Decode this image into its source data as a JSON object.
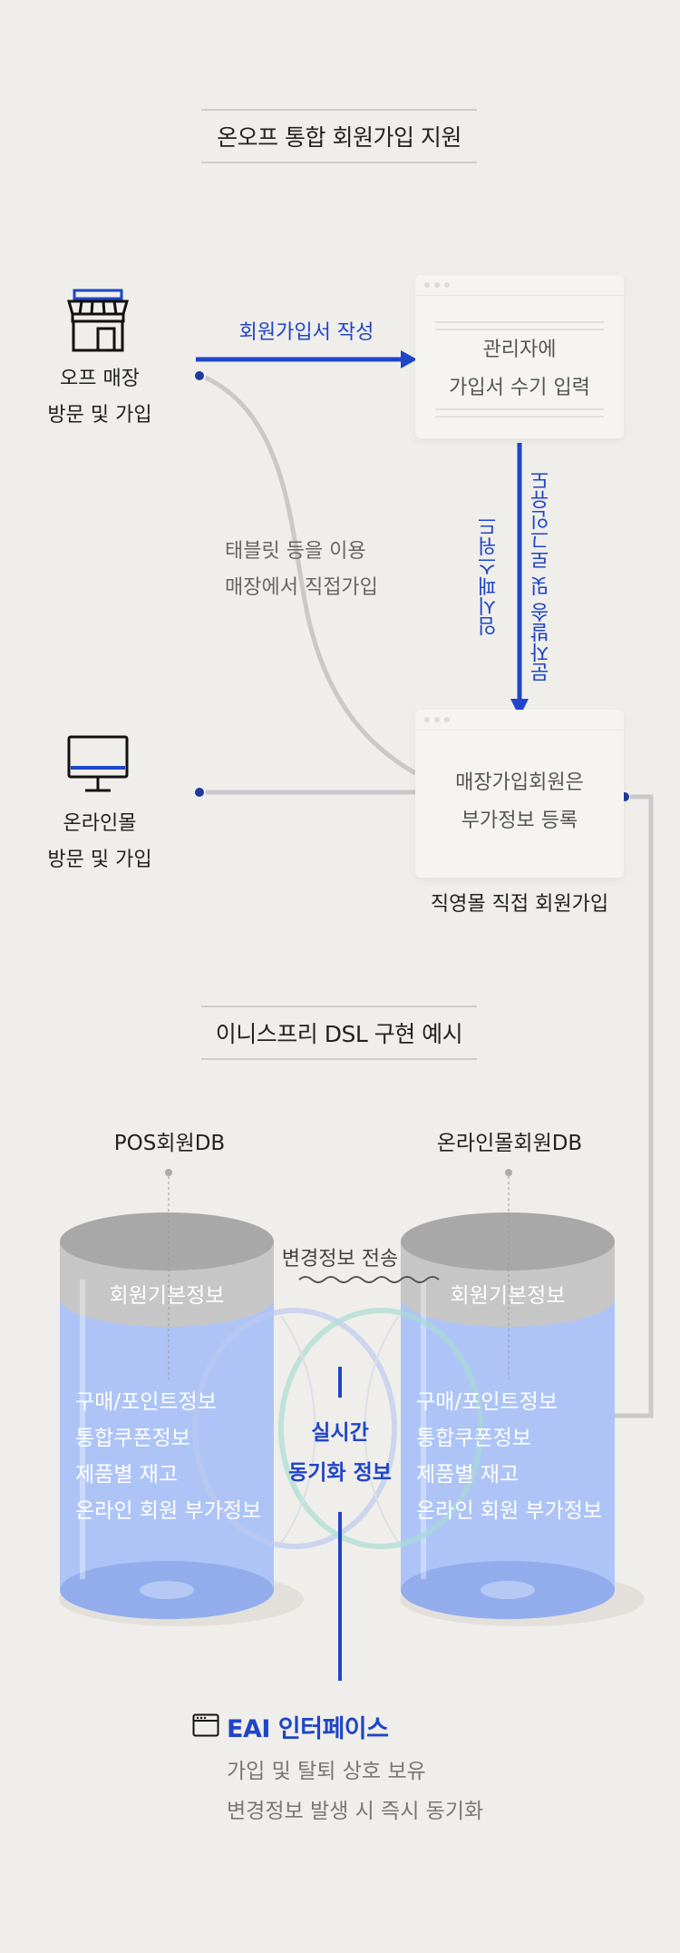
{
  "section1": {
    "title": "온오프 통합 회원가입 지원",
    "offline_label_1": "오프 매장",
    "offline_label_2": "방문 및 가입",
    "online_label_1": "온라인몰",
    "online_label_2": "방문 및 가입",
    "arrow_label": "회원가입서 작성",
    "card1_line1": "관리자에",
    "card1_line2": "가입서 수기 입력",
    "vertical_line1": "임시패스워드",
    "vertical_line2": "문자발송 및 로그인유도",
    "tablet_line1": "태블릿 등을 이용",
    "tablet_line2": "매장에서 직접가입",
    "card2_line1": "매장가입회원은",
    "card2_line2": "부가정보 등록",
    "card2_caption": "직영몰 직접 회원가입"
  },
  "section2": {
    "title": "이니스프리 DSL 구현 예시",
    "db_left": {
      "name": "POS회원DB",
      "top_label": "회원기본정보",
      "items": [
        "구매/포인트정보",
        "통합쿠폰정보",
        "제품별 재고",
        "온라인 회원 부가정보"
      ]
    },
    "db_right": {
      "name": "온라인몰회원DB",
      "top_label": "회원기본정보",
      "items": [
        "구매/포인트정보",
        "통합쿠폰정보",
        "제품별 재고",
        "온라인 회원 부가정보"
      ]
    },
    "transfer_label": "변경정보 전송",
    "sync_line1": "실시간",
    "sync_line2": "동기화 정보"
  },
  "eai": {
    "title": "EAI 인터페이스",
    "desc1": "가입 및 탈퇴 상호 보유",
    "desc2": "변경정보 발생 시 즉시 동기화"
  },
  "colors": {
    "accent_blue": "#1f45c8",
    "cylinder_blue": "#aec4f7",
    "cylinder_gray": "#c5c5c5",
    "background": "#f0eeea"
  },
  "icons": {
    "store": "store-icon",
    "monitor": "monitor-icon",
    "window": "window-icon"
  }
}
